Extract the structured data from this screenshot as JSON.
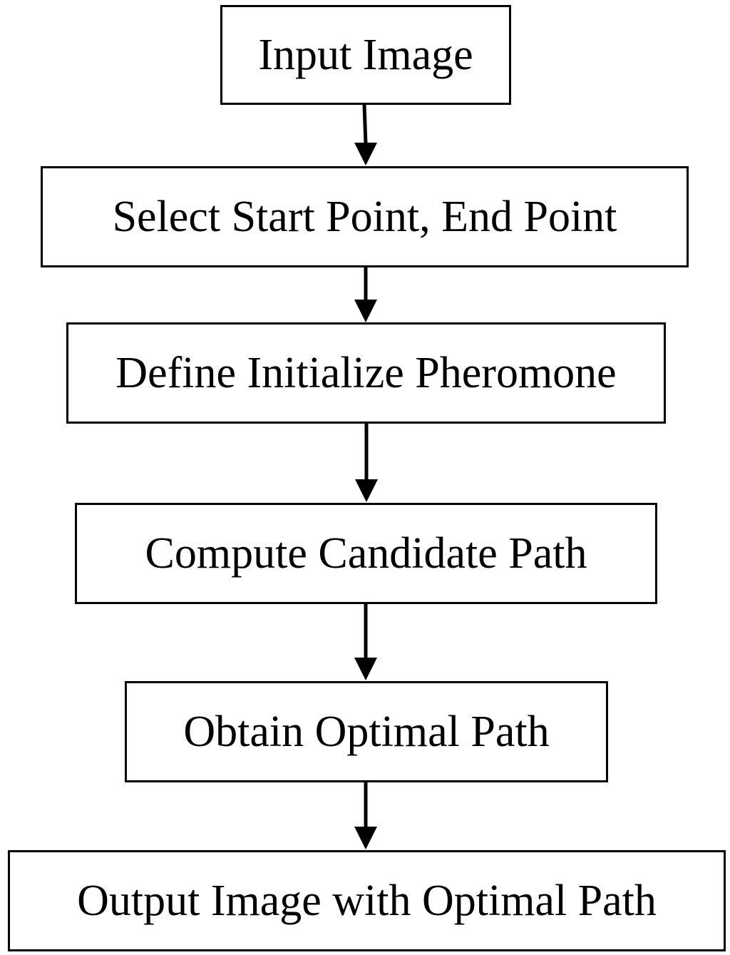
{
  "flowchart": {
    "steps": [
      {
        "label": "Input Image"
      },
      {
        "label": "Select Start Point, End Point"
      },
      {
        "label": "Define Initialize Pheromone"
      },
      {
        "label": "Compute Candidate Path"
      },
      {
        "label": "Obtain Optimal Path"
      },
      {
        "label": "Output Image with Optimal Path"
      }
    ]
  },
  "colors": {
    "stroke": "#000000",
    "background": "#ffffff"
  }
}
